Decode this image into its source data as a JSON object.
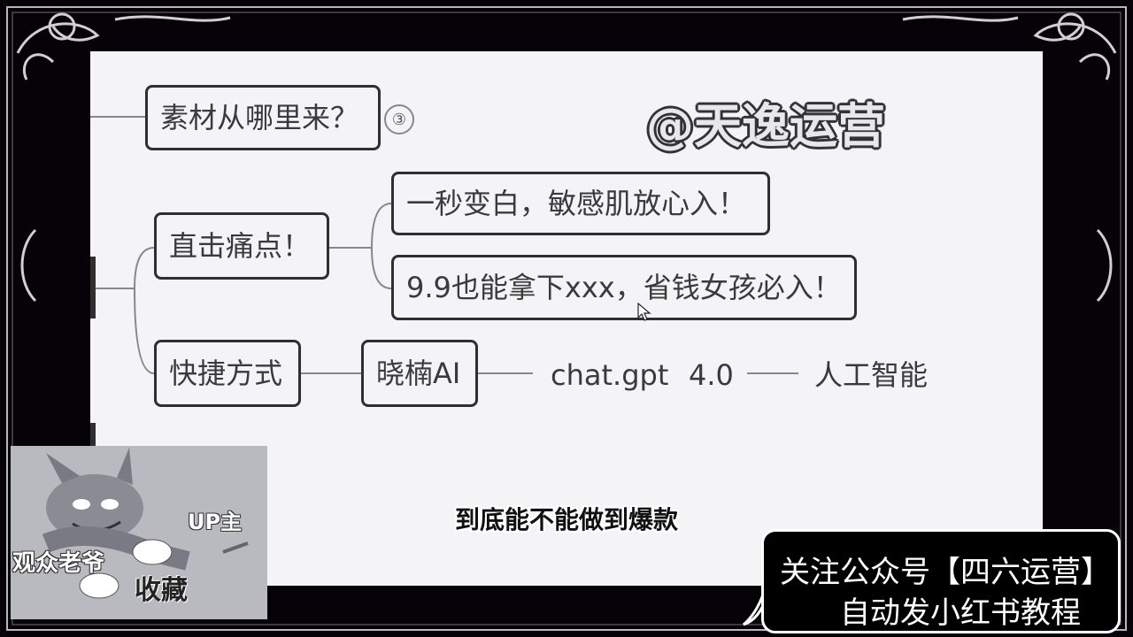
{
  "watermark": "@天逸运营",
  "mindmap": {
    "partial_heading": "素材从哪里来？",
    "badge": "③",
    "node_pain": "直击痛点！",
    "pain_item_1": "一秒变白，敏感肌放心入！",
    "pain_item_2": "9.9也能拿下xxx，省钱女孩必入！",
    "node_shortcut": "快捷方式",
    "node_tool": "晓楠AI",
    "chain_1": "chat.gpt",
    "chain_2": "4.0",
    "chain_3": "人工智能"
  },
  "subtitle": "到底能不能做到爆款",
  "avatar": {
    "up_label": "UP主",
    "audience_label": "观众老爷",
    "collect_label": "收藏"
  },
  "follow_box": {
    "line1": "关注公众号【四六运营】",
    "line2": "自动发小红书教程"
  },
  "colors": {
    "background": "#050208",
    "slide": "#f4f4f6",
    "node_border": "#2f2f2f",
    "text": "#3a3a3a"
  }
}
